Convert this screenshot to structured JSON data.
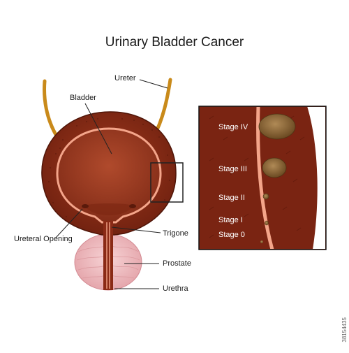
{
  "title": "Urinary Bladder Cancer",
  "labels": {
    "ureter": "Ureter",
    "bladder": "Bladder",
    "ureteral_opening": "Ureteral Opening",
    "trigone": "Trigone",
    "prostate": "Prostate",
    "urethra": "Urethra"
  },
  "stages": [
    "Stage IV",
    "Stage III",
    "Stage II",
    "Stage I",
    "Stage 0"
  ],
  "stock_id": "38154435",
  "colors": {
    "bladder_wall": "#8a2a16",
    "bladder_wall_dark": "#5e1a0c",
    "bladder_lumen": "#9b3a22",
    "inner_lining": "#f4a58a",
    "ureter": "#c98a1a",
    "prostate": "#f1c0c3",
    "prostate_line": "#d9949a",
    "tumor": "#8c6a3a"
  }
}
